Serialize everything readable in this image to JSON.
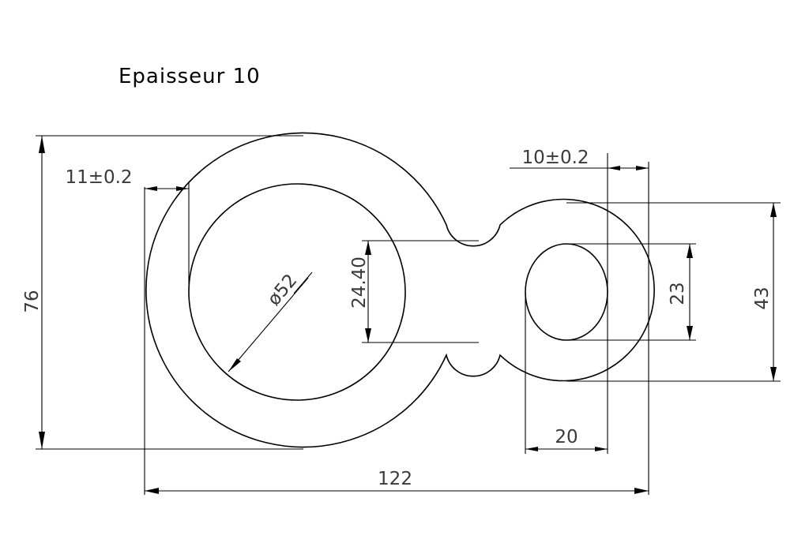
{
  "title": "Epaisseur 10",
  "dimensions": {
    "overall_height": "76",
    "wall_thickness": "11±0.2",
    "big_hole_diameter": "ø52",
    "neck_width": "24.40",
    "small_ring_thickness": "10±0.2",
    "small_hole_diameter": "23",
    "small_ring_height": "43",
    "small_hole_width": "20",
    "overall_length": "122"
  }
}
